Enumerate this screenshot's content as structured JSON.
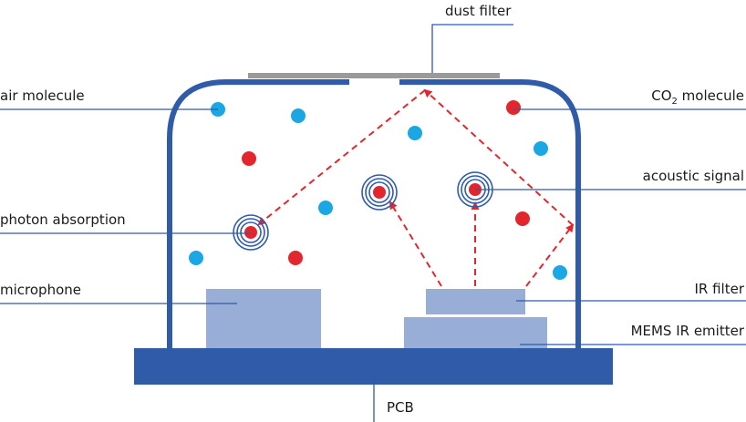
{
  "labels": {
    "dust_filter": "dust filter",
    "air_molecule": "air molecule",
    "co2_prefix": "CO",
    "co2_sub": "2",
    "co2_suffix": " molecule",
    "acoustic_signal": "acoustic signal",
    "photon_absorption": "photon absorption",
    "microphone": "microphone",
    "ir_filter": "IR filter",
    "mems_ir_emitter": "MEMS IR emitter",
    "pcb": "PCB"
  },
  "colors": {
    "housing": "#2f5ba8",
    "pcb": "#2f5ba8",
    "component": "#98aed6",
    "dust_filter": "#9a9a9a",
    "air_molecule": "#1aa7e4",
    "co2_molecule": "#e3262d",
    "photon_path": "#e3262d",
    "leader_line": "#2f5ba8",
    "text": "#1a1a1a"
  }
}
